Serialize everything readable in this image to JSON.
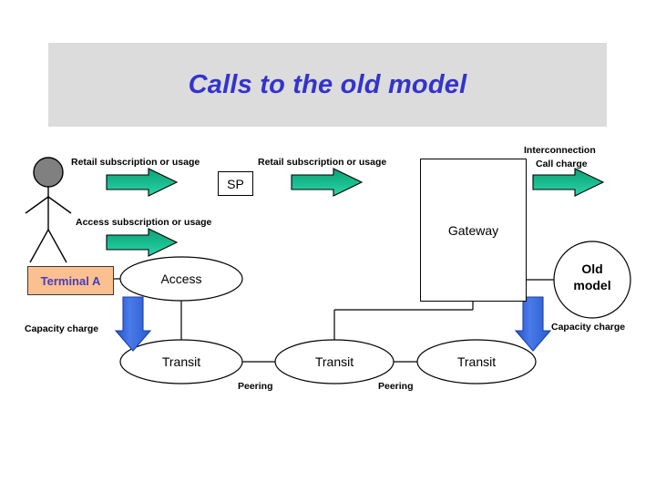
{
  "slide": {
    "title": "Calls to the old model",
    "background_color": "#ffffff",
    "banner_color": "#dcdcdc",
    "title_color": "#3333cc"
  },
  "colors": {
    "green_arrow": "#13b180",
    "green_arrow_light": "#2fd3a0",
    "blue_arrow": "#3a6fe0",
    "blue_arrow_dark": "#1b3fa8",
    "terminal_fill": "#fac090",
    "terminal_text": "#4a3bbf",
    "actor_head": "#808080",
    "stroke": "#000000"
  },
  "actor": {
    "name": "user-stick-figure",
    "head_fill": "#808080"
  },
  "nodes": {
    "sp": {
      "label": "SP",
      "shape": "rect"
    },
    "gateway": {
      "label": "Gateway",
      "shape": "rect"
    },
    "old_model": {
      "label": "Old model",
      "line1": "Old",
      "line2": "model",
      "shape": "circle"
    },
    "terminal_a": {
      "label": "Terminal A",
      "shape": "rect"
    },
    "access": {
      "label": "Access",
      "shape": "ellipse"
    },
    "transit_left": {
      "label": "Transit",
      "shape": "ellipse"
    },
    "transit_mid": {
      "label": "Transit",
      "shape": "ellipse"
    },
    "transit_right": {
      "label": "Transit",
      "shape": "ellipse"
    }
  },
  "labels": {
    "retail_1": "Retail subscription or usage",
    "retail_2": "Retail subscription or usage",
    "access_sub": "Access subscription or usage",
    "interconnection": "Interconnection",
    "call_charge": "Call charge",
    "capacity_charge_left": "Capacity charge",
    "capacity_charge_right": "Capacity charge",
    "peering_left": "Peering",
    "peering_right": "Peering"
  },
  "arrows": {
    "green": [
      {
        "name": "retail-usage-arrow-1",
        "direction": "right"
      },
      {
        "name": "retail-usage-arrow-2",
        "direction": "right"
      },
      {
        "name": "access-usage-arrow",
        "direction": "right"
      },
      {
        "name": "interconnection-call-charge-arrow",
        "direction": "right"
      }
    ],
    "blue": [
      {
        "name": "capacity-charge-arrow-left",
        "direction": "down"
      },
      {
        "name": "capacity-charge-arrow-right",
        "direction": "down"
      }
    ]
  }
}
